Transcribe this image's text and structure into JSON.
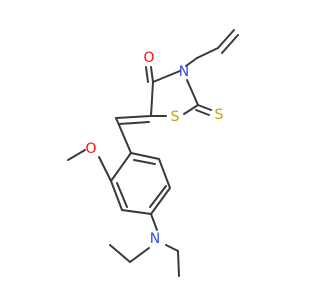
{
  "molecule": {
    "atom_labels": [
      {
        "id": "O_carbonyl",
        "text": "O",
        "color": "#ff0d0d"
      },
      {
        "id": "N_ring",
        "text": "N",
        "color": "#3050f8"
      },
      {
        "id": "S_ring",
        "text": "S",
        "color": "#c8a000"
      },
      {
        "id": "S_thione",
        "text": "S",
        "color": "#c8a000"
      },
      {
        "id": "O_methoxy",
        "text": "O",
        "color": "#ff0d0d"
      },
      {
        "id": "N_amine",
        "text": "N",
        "color": "#3050f8"
      }
    ],
    "bond_color": "#3a3a3a"
  }
}
